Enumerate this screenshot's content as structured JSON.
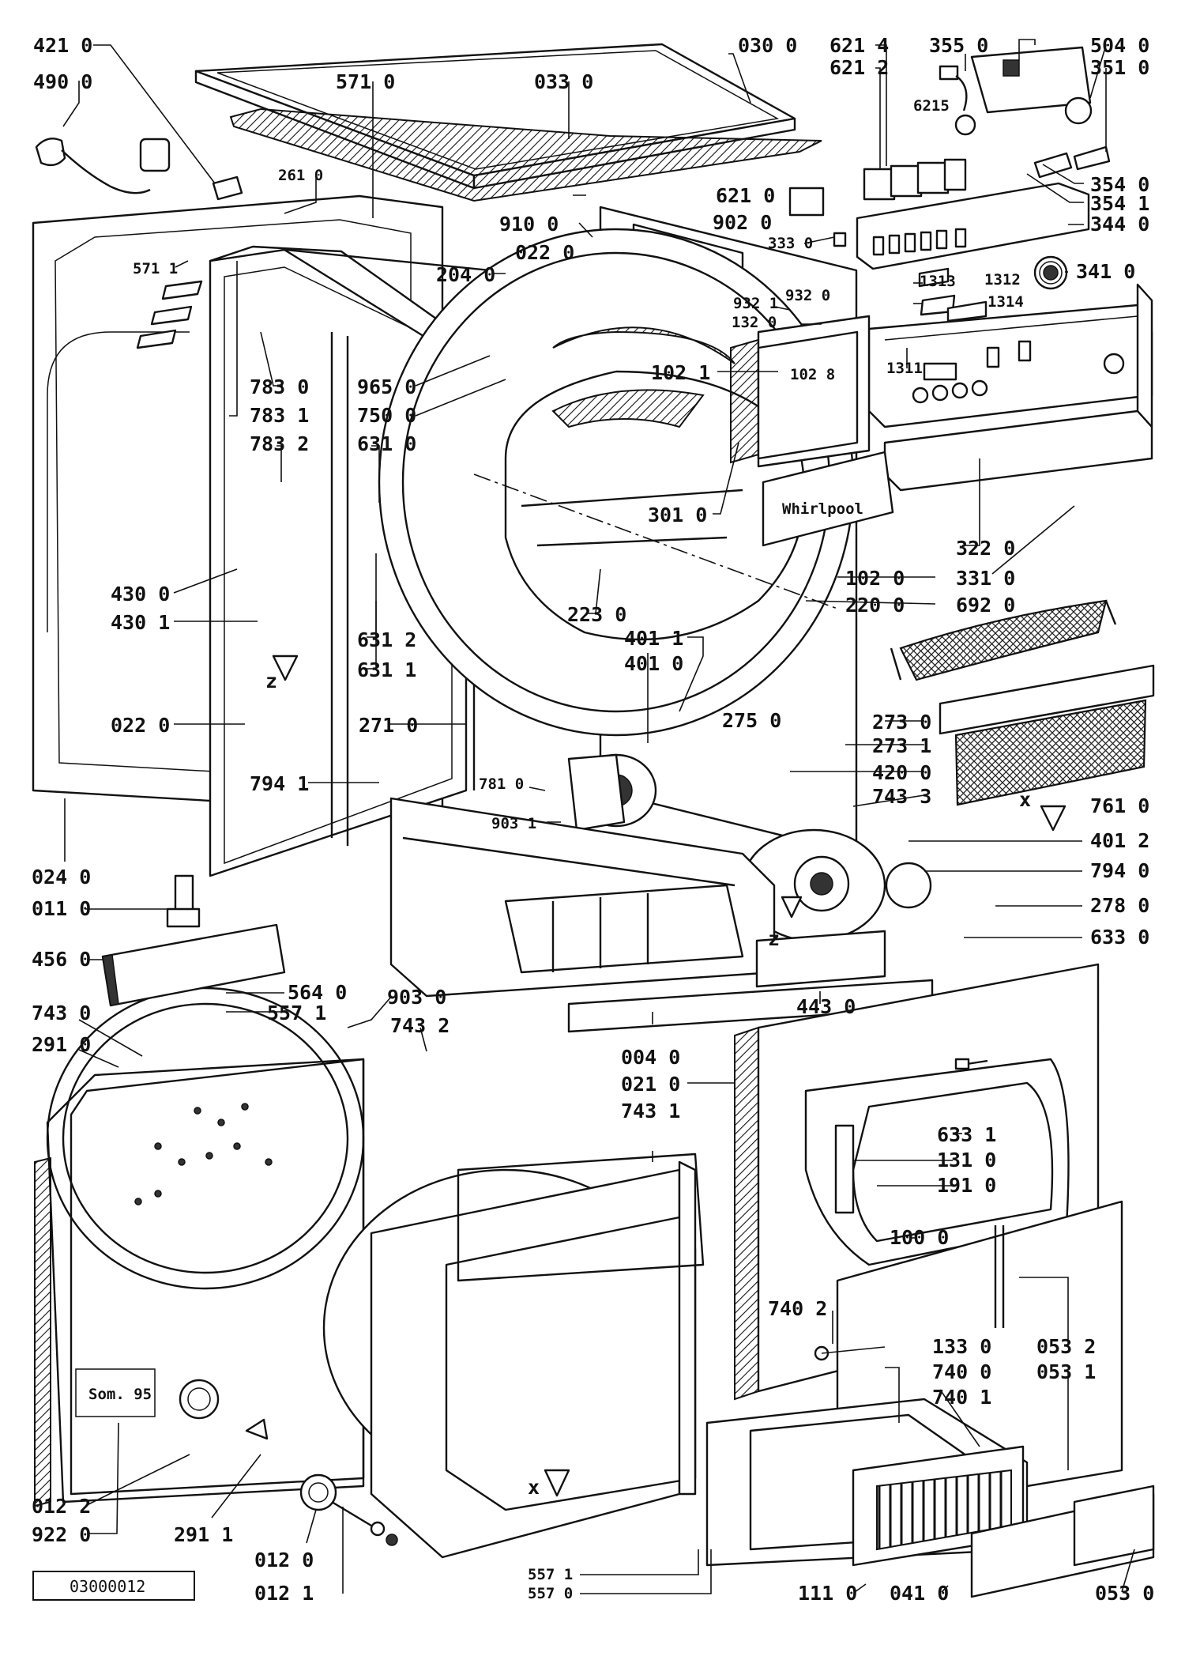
{
  "labels": {
    "p4210": "421 0",
    "p4900": "490 0",
    "p5710": "571 0",
    "p0330": "033 0",
    "p0300": "030 0",
    "p6214": "621 4",
    "p6212": "621 2",
    "p3550": "355 0",
    "p5040": "504 0",
    "p3510": "351 0",
    "p6215": "6215",
    "p3540": "354 0",
    "p3541": "354 1",
    "p3440": "344 0",
    "p2610": "261 0",
    "p6210": "621 0",
    "p9100": "910 0",
    "p9020": "902 0",
    "p3330": "333 0",
    "p0220a": "022 0",
    "p3410": "341 0",
    "p5711": "571 1",
    "p2040": "204 0",
    "p1313": "1313",
    "p1312": "1312",
    "p9321": "932 1",
    "p9320": "932 0",
    "p1314": "1314",
    "p1320": "132 0",
    "p1311": "1311",
    "p7830": "783 0",
    "p7831": "783 1",
    "p7832": "783 2",
    "p9650": "965 0",
    "p7500": "750 0",
    "p6310": "631 0",
    "p1021": "102 1",
    "p1028": "102 8",
    "p3010": "301 0",
    "p4300": "430 0",
    "p4301": "430 1",
    "p6312": "631 2",
    "p6311": "631 1",
    "p2230": "223 0",
    "p3220": "322 0",
    "p1020": "102 0",
    "p3310": "331 0",
    "p2200": "220 0",
    "p6920": "692 0",
    "p4011": "401 1",
    "p4010": "401 0",
    "p0220b": "022 0",
    "p2710": "271 0",
    "p2750": "275 0",
    "p2730": "273 0",
    "p2731": "273 1",
    "p4200": "420 0",
    "p7433": "743 3",
    "p7610": "761 0",
    "p7941a": "794 1",
    "p7810": "781 0",
    "p9031": "903 1",
    "p4012": "401 2",
    "p7940": "794 0",
    "p0240": "024 0",
    "p0110": "011 0",
    "p2780": "278 0",
    "p6330": "633 0",
    "p4560": "456 0",
    "p4430": "443 0",
    "p5640": "564 0",
    "p5571": "557 1",
    "p9030": "903 0",
    "p7430": "743 0",
    "p7432": "743 2",
    "p2910": "291 0",
    "p0040": "004 0",
    "p0210": "021 0",
    "p7431": "743 1",
    "p6331": "633 1",
    "p1310": "131 0",
    "p1910": "191 0",
    "p1000": "100 0",
    "p7402": "740 2",
    "p1330": "133 0",
    "p0532": "053 2",
    "p7400": "740 0",
    "p0531": "053 1",
    "p7401": "740 1",
    "p0122": "012 2",
    "p9220": "922 0",
    "p2911": "291 1",
    "p0120": "012 0",
    "p0121": "012 1",
    "p5571b": "557 1",
    "p5570": "557 0",
    "p1110": "111 0",
    "p0410": "041 0",
    "p0530": "053 0",
    "zmark1": "z",
    "zmark2": "z",
    "xmark1": "x",
    "xmark2": "x"
  },
  "brand_text": "Whirlpool",
  "stamp_text": "Som. 95",
  "reference_number": "03000012"
}
